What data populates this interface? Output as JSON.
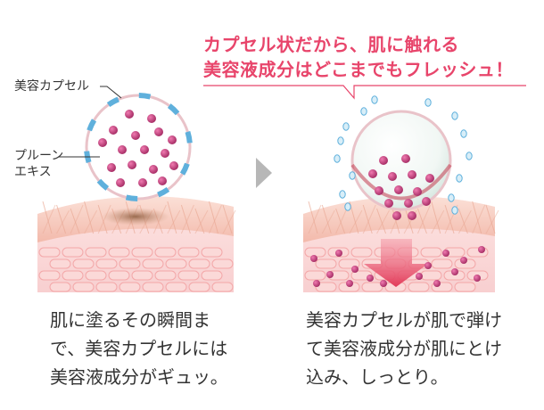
{
  "headline": {
    "line1": "カプセル状だから、肌に触れる",
    "line2": "美容液成分はどこまでもフレッシュ！"
  },
  "left_panel": {
    "label_capsule": "美容カプセル",
    "label_extract_line1": "プルーン",
    "label_extract_line2": "エキス",
    "caption_line1": "肌に塗るその瞬間ま",
    "caption_line2": "で、美容カプセルには",
    "caption_line3": "美容液成分がギュッ。"
  },
  "right_panel": {
    "caption_line1": "美容カプセルが肌で弾け",
    "caption_line2": "て美容液成分が肌にとけ",
    "caption_line3": "込み、しっとり。"
  },
  "colors": {
    "accent": "#e8456b",
    "capsule_shell": "#a9d6ec",
    "capsule_dash": "#5fb0dc",
    "particle": "#b8346f",
    "skin_top": "#f7c6b8",
    "skin_cells": "#f3a7a8",
    "arrow": "#e23a59",
    "text": "#333333",
    "gray_arrow": "#b7b7b7"
  }
}
